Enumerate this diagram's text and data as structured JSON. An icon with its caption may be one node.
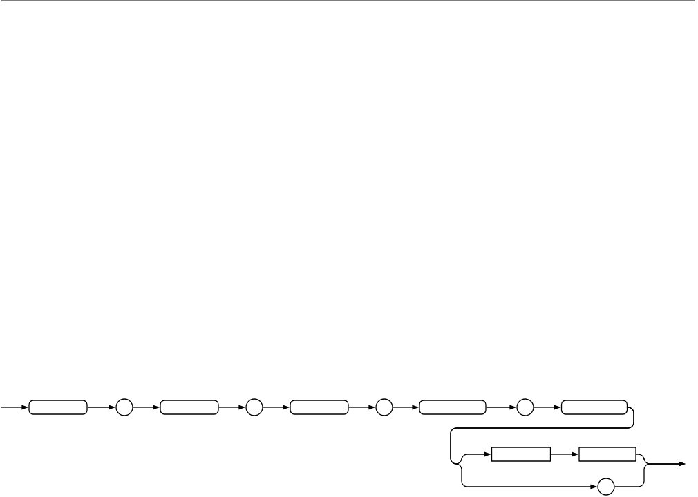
{
  "diagram": {
    "nodes": [
      {
        "text": [],
        "shape": "capsule"
      },
      {
        "text": [],
        "shape": "circle"
      },
      {
        "text": [],
        "shape": "capsule"
      },
      {
        "text": [],
        "shape": "circle"
      },
      {
        "text": [],
        "shape": "capsule"
      },
      {
        "text": [],
        "shape": "circle"
      },
      {
        "text": [],
        "shape": "capsule"
      },
      {
        "text": [],
        "shape": "circle"
      },
      {
        "text": [],
        "shape": "capsule"
      },
      {
        "text": [],
        "shape": "box"
      },
      {
        "text": [],
        "shape": "box"
      },
      {
        "text": [],
        "shape": "circle"
      }
    ],
    "edges": [
      {
        "from": null,
        "to": 0,
        "arrow": "to"
      },
      {
        "from": 0,
        "to": 1,
        "arrow": "to"
      },
      {
        "from": 1,
        "to": 2,
        "arrow": "to"
      },
      {
        "from": 2,
        "to": 3,
        "arrow": "to"
      },
      {
        "from": 3,
        "to": 4,
        "arrow": "to"
      },
      {
        "from": 4,
        "to": 5,
        "arrow": "to"
      },
      {
        "from": 5,
        "to": 6,
        "arrow": "to"
      },
      {
        "from": 6,
        "to": 7,
        "arrow": "to"
      },
      {
        "from": 7,
        "to": 8,
        "arrow": "to"
      },
      {
        "from": 8,
        "to": 9,
        "arrow": "to"
      },
      {
        "from": 8,
        "to": 11,
        "arrow": "to"
      },
      {
        "from": 9,
        "to": 10,
        "arrow": "to"
      },
      {
        "from": 10,
        "to": null,
        "arrow": "to"
      },
      {
        "from": 11,
        "to": null,
        "arrow": "to"
      }
    ]
  }
}
